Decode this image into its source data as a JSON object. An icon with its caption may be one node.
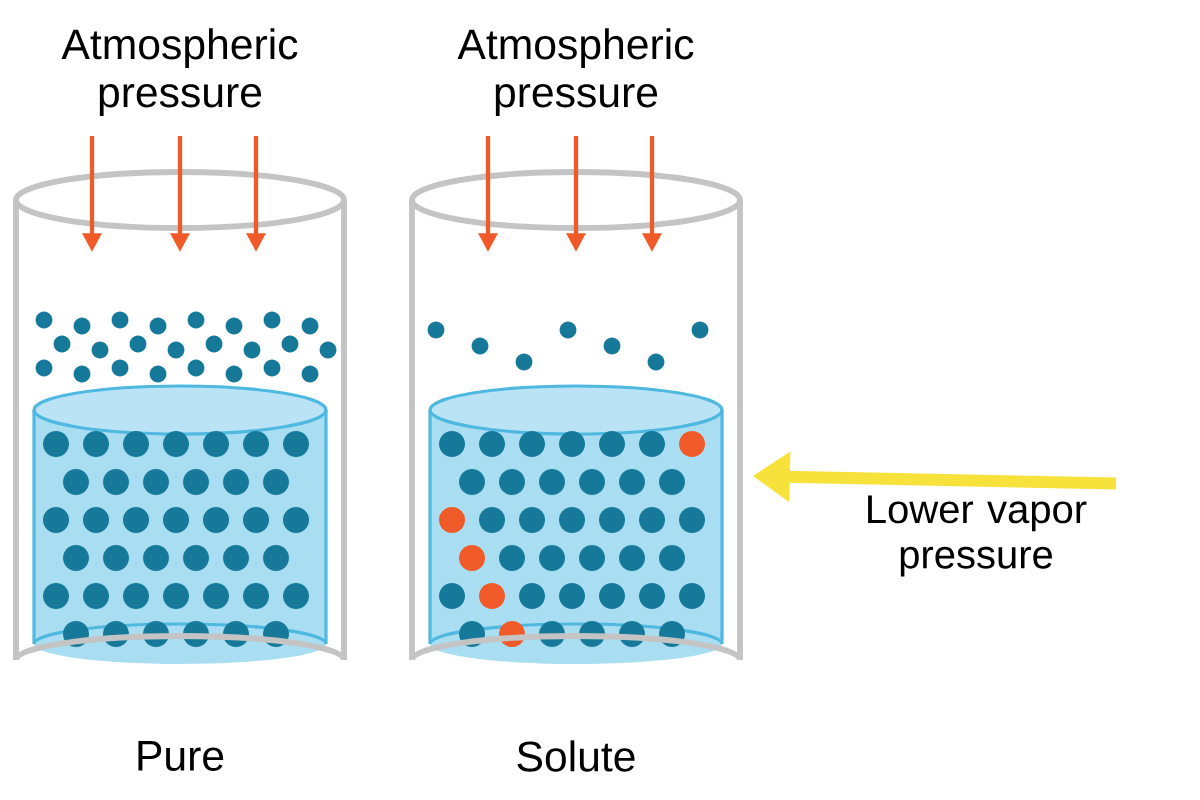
{
  "diagram": {
    "nodes": [
      {
        "text": [],
        "shape": "cylinder",
        "beside": [
          "Atmospheric pressure",
          "Pure"
        ]
      },
      {
        "text": [],
        "shape": "cylinder",
        "beside": [
          "Atmospheric pressure",
          "Solute"
        ]
      },
      {
        "text": [
          "Lower vapor pressure"
        ]
      }
    ],
    "edges": [
      {
        "from": 2,
        "to": 1,
        "arrow": "to"
      }
    ]
  }
}
